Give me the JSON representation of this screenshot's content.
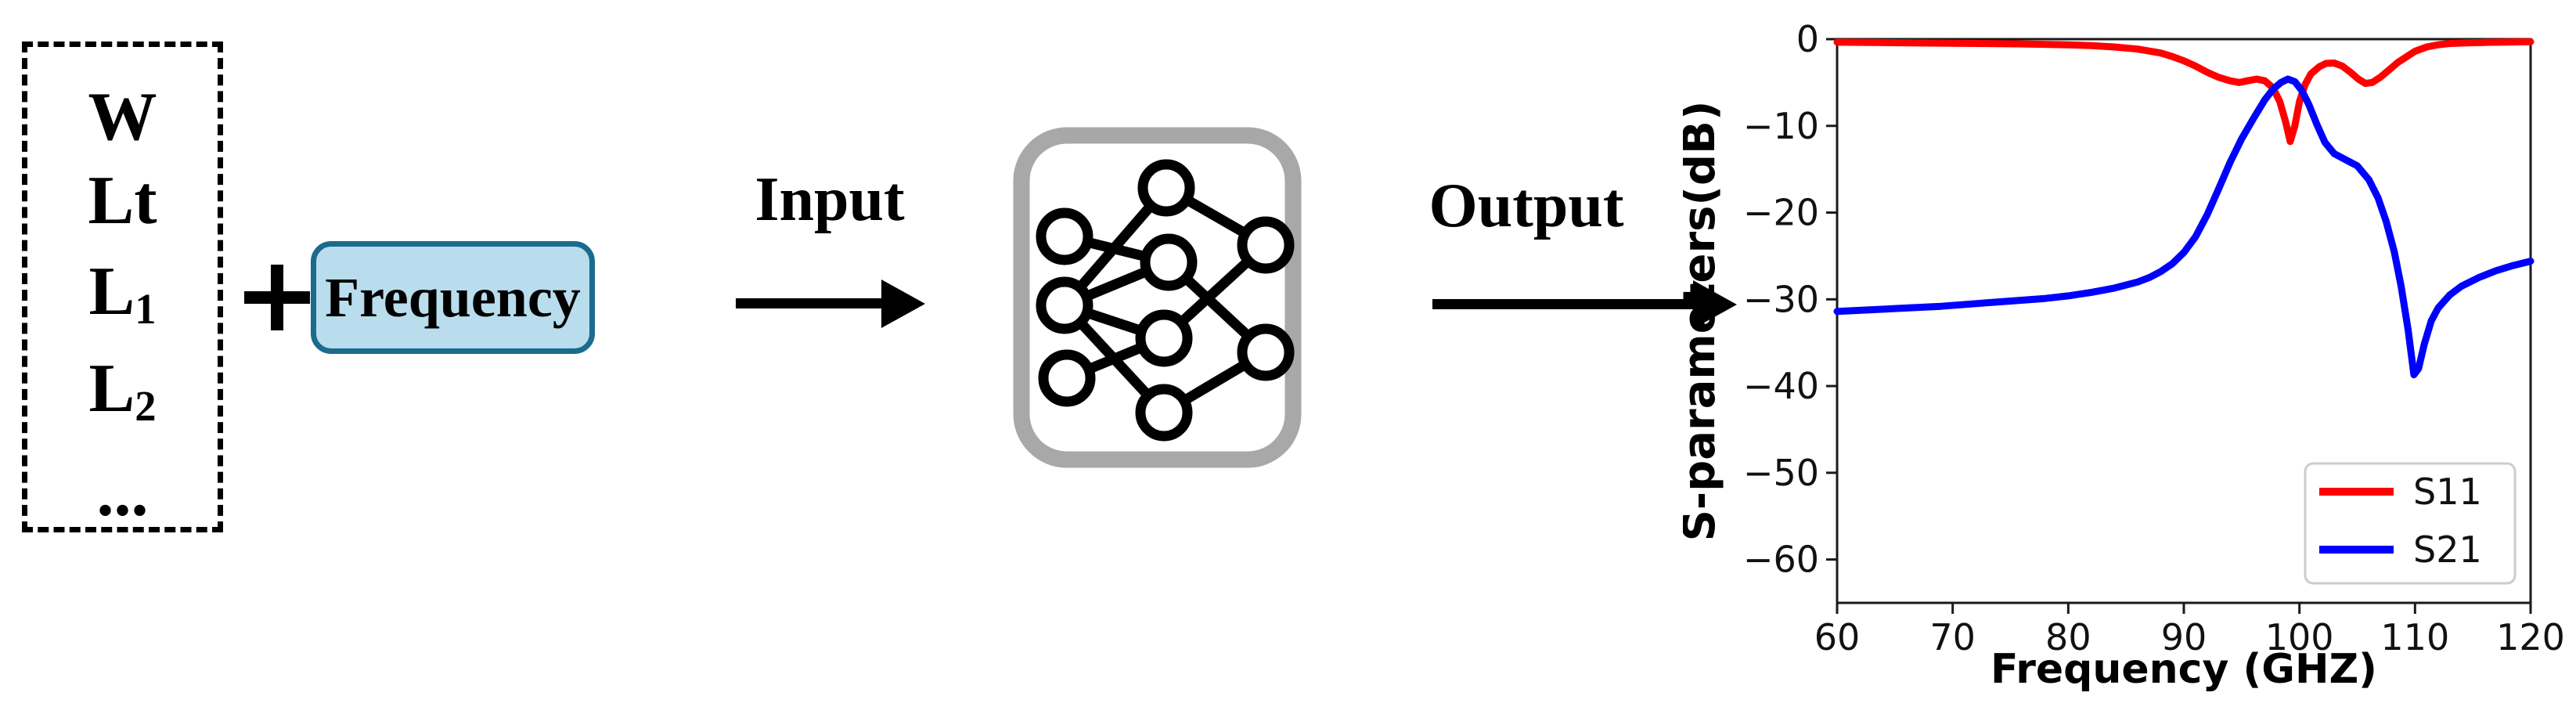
{
  "diagram": {
    "parameter_box": {
      "items": [
        {
          "base": "W",
          "sub": ""
        },
        {
          "base": "Lt",
          "sub": ""
        },
        {
          "base": "L",
          "sub": "1"
        },
        {
          "base": "L",
          "sub": "2"
        },
        {
          "base": "...",
          "sub": ""
        }
      ]
    },
    "plus_symbol": "+",
    "frequency_box": {
      "label": "Frequency",
      "fill_color": "#b9ddec",
      "border_color": "#1b6b8f"
    },
    "input_label": "Input",
    "output_label": "Output",
    "nn_icon": {
      "name": "neural-network-icon",
      "border_color": "#a8a8a8"
    }
  },
  "chart_data": {
    "type": "line",
    "title": "",
    "xlabel": "Frequency (GHZ)",
    "ylabel": "S-parameters(dB)",
    "xlim": [
      60,
      120
    ],
    "ylim": [
      -65,
      0
    ],
    "xticks": [
      60,
      70,
      80,
      90,
      100,
      110,
      120
    ],
    "yticks": [
      0,
      -10,
      -20,
      -30,
      -40,
      -50,
      -60
    ],
    "grid": false,
    "legend_position": "lower right",
    "series": [
      {
        "name": "S11",
        "color": "#ff0000",
        "points": [
          [
            60,
            -0.35
          ],
          [
            64,
            -0.4
          ],
          [
            68,
            -0.45
          ],
          [
            72,
            -0.5
          ],
          [
            76,
            -0.55
          ],
          [
            80,
            -0.65
          ],
          [
            82,
            -0.75
          ],
          [
            84,
            -0.9
          ],
          [
            86,
            -1.15
          ],
          [
            88,
            -1.6
          ],
          [
            89,
            -2.0
          ],
          [
            90,
            -2.5
          ],
          [
            91,
            -3.1
          ],
          [
            92,
            -3.8
          ],
          [
            93,
            -4.4
          ],
          [
            94,
            -4.8
          ],
          [
            94.8,
            -5.0
          ],
          [
            95.5,
            -4.8
          ],
          [
            96.3,
            -4.6
          ],
          [
            97,
            -4.8
          ],
          [
            97.7,
            -5.6
          ],
          [
            98.3,
            -7.2
          ],
          [
            98.8,
            -9.5
          ],
          [
            99.2,
            -11.8
          ],
          [
            99.6,
            -10.0
          ],
          [
            100,
            -7.2
          ],
          [
            100.5,
            -5.2
          ],
          [
            101,
            -4.0
          ],
          [
            101.7,
            -3.2
          ],
          [
            102.3,
            -2.8
          ],
          [
            103,
            -2.75
          ],
          [
            103.7,
            -3.1
          ],
          [
            104.4,
            -3.8
          ],
          [
            105.1,
            -4.6
          ],
          [
            105.7,
            -5.1
          ],
          [
            106.3,
            -5.0
          ],
          [
            107,
            -4.4
          ],
          [
            107.7,
            -3.6
          ],
          [
            108.5,
            -2.7
          ],
          [
            109.3,
            -2.0
          ],
          [
            110,
            -1.4
          ],
          [
            111,
            -0.9
          ],
          [
            112,
            -0.65
          ],
          [
            113,
            -0.5
          ],
          [
            114.5,
            -0.42
          ],
          [
            116,
            -0.38
          ],
          [
            118,
            -0.33
          ],
          [
            120,
            -0.3
          ]
        ]
      },
      {
        "name": "S21",
        "color": "#0000ff",
        "points": [
          [
            60,
            -31.4
          ],
          [
            63,
            -31.2
          ],
          [
            66,
            -31.0
          ],
          [
            69,
            -30.8
          ],
          [
            72,
            -30.5
          ],
          [
            75,
            -30.2
          ],
          [
            78,
            -29.9
          ],
          [
            80,
            -29.6
          ],
          [
            82,
            -29.2
          ],
          [
            84,
            -28.7
          ],
          [
            86,
            -28.0
          ],
          [
            87,
            -27.5
          ],
          [
            88,
            -26.8
          ],
          [
            89,
            -25.9
          ],
          [
            90,
            -24.6
          ],
          [
            91,
            -22.8
          ],
          [
            92,
            -20.3
          ],
          [
            93,
            -17.3
          ],
          [
            94,
            -14.2
          ],
          [
            95,
            -11.5
          ],
          [
            96,
            -9.2
          ],
          [
            97,
            -7.0
          ],
          [
            97.7,
            -5.8
          ],
          [
            98.4,
            -5.0
          ],
          [
            99,
            -4.6
          ],
          [
            99.6,
            -4.9
          ],
          [
            100.2,
            -5.9
          ],
          [
            100.8,
            -7.5
          ],
          [
            101.5,
            -9.8
          ],
          [
            102.2,
            -11.9
          ],
          [
            103,
            -13.2
          ],
          [
            104,
            -13.9
          ],
          [
            105,
            -14.6
          ],
          [
            106,
            -16.2
          ],
          [
            106.8,
            -18.3
          ],
          [
            107.5,
            -21.0
          ],
          [
            108.2,
            -24.5
          ],
          [
            108.8,
            -28.5
          ],
          [
            109.4,
            -33.5
          ],
          [
            109.9,
            -38.7
          ],
          [
            110.3,
            -38.0
          ],
          [
            110.8,
            -35.2
          ],
          [
            111.4,
            -32.5
          ],
          [
            112,
            -31.0
          ],
          [
            113,
            -29.5
          ],
          [
            114,
            -28.5
          ],
          [
            115.5,
            -27.5
          ],
          [
            117,
            -26.7
          ],
          [
            118.5,
            -26.1
          ],
          [
            120,
            -25.6
          ]
        ]
      }
    ]
  }
}
